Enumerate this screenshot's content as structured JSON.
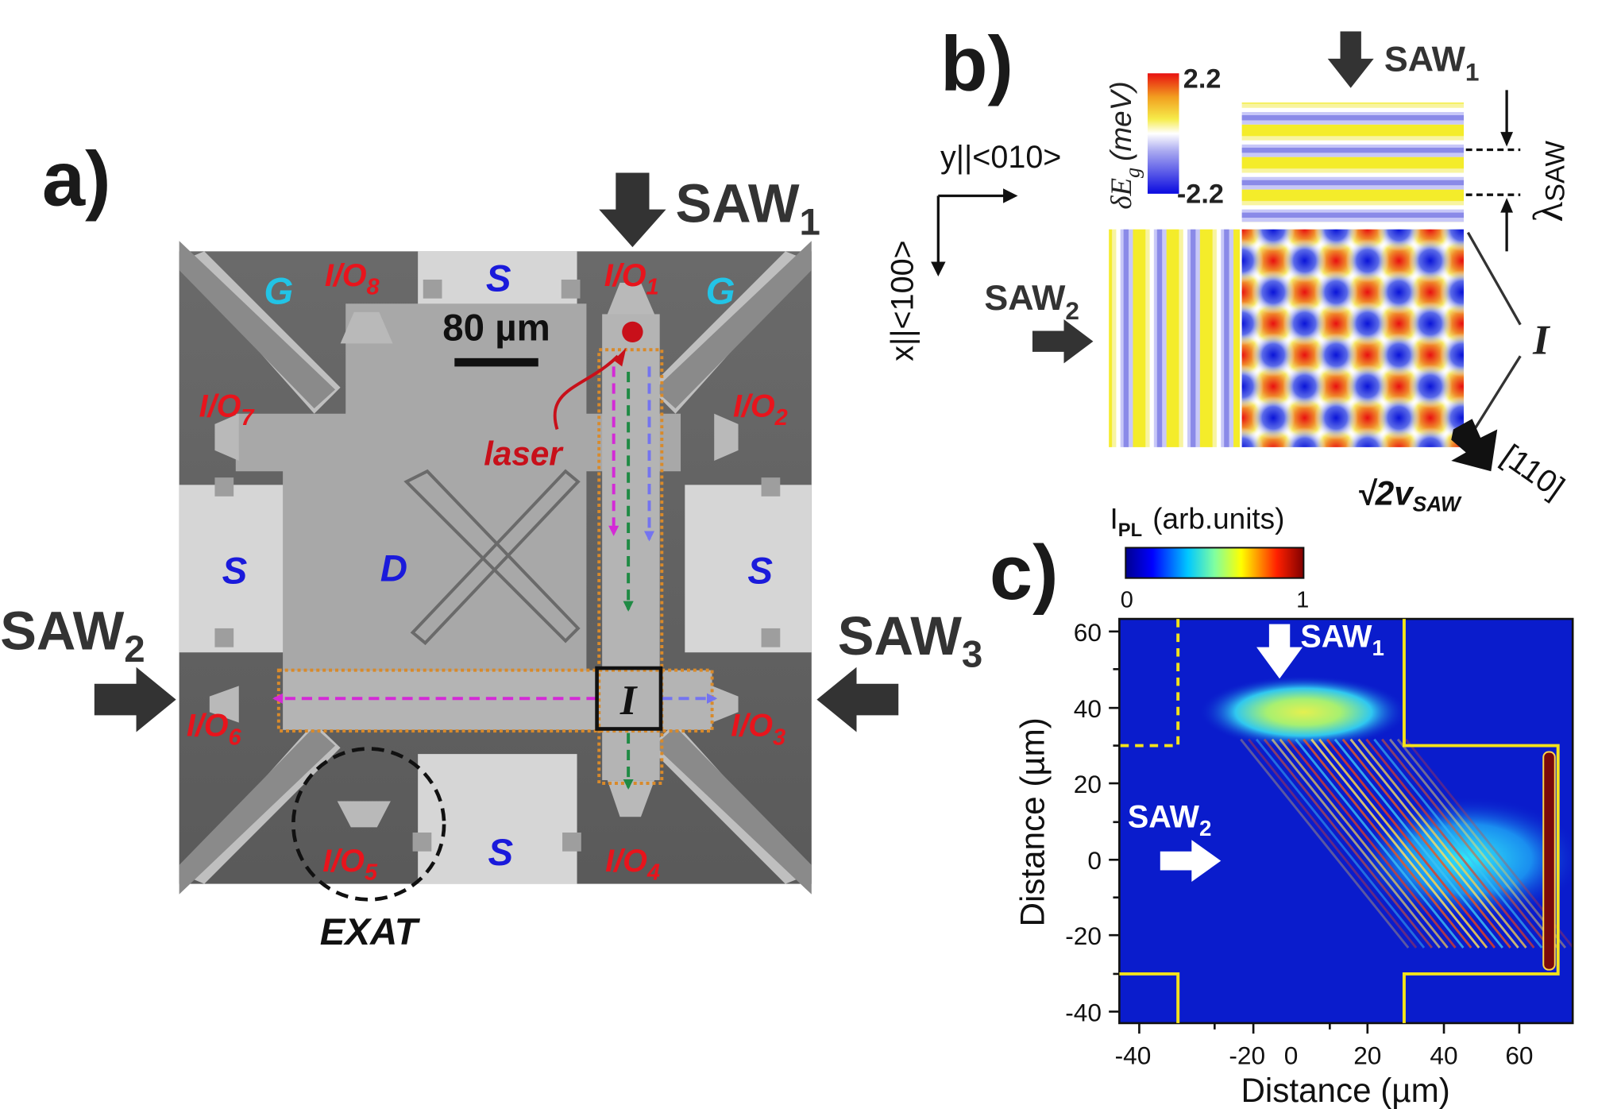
{
  "panel_a": {
    "panel_label": "a)",
    "scale_bar": "80 µm",
    "saw1": "SAW",
    "saw1_sub": "1",
    "saw2": "SAW",
    "saw2_sub": "2",
    "saw3": "SAW",
    "saw3_sub": "3",
    "ports": [
      {
        "base": "I/O",
        "sub": "1"
      },
      {
        "base": "I/O",
        "sub": "2"
      },
      {
        "base": "I/O",
        "sub": "3"
      },
      {
        "base": "I/O",
        "sub": "4"
      },
      {
        "base": "I/O",
        "sub": "5"
      },
      {
        "base": "I/O",
        "sub": "6"
      },
      {
        "base": "I/O",
        "sub": "7"
      },
      {
        "base": "I/O",
        "sub": "8"
      }
    ],
    "gate_label": "G",
    "source_label": "S",
    "drain_label": "D",
    "intersection_label": "I",
    "laser_label": "laser",
    "exat_label": "EXAT",
    "colors": {
      "port": "#e8141c",
      "gate": "#22c4e6",
      "sd": "#1a1adb",
      "magenta": "#d42ad6",
      "green": "#1f8a44",
      "violet": "#7474f0",
      "orange": "#d98a2a",
      "laser": "#c8101a"
    }
  },
  "panel_b": {
    "panel_label": "b)",
    "saw1": "SAW",
    "saw1_sub": "1",
    "saw2": "SAW",
    "saw2_sub": "2",
    "colorbar_label": "δE",
    "colorbar_label_sub": "g",
    "colorbar_unit": "(meV)",
    "colorbar_max": "2.2",
    "colorbar_min": "-2.2",
    "axis_y": "y||<010>",
    "axis_x": "x||<100>",
    "lambda_label": "λ",
    "lambda_sub": "SAW",
    "intersection_label": "I",
    "velocity_label": "√2v",
    "velocity_sub": "SAW",
    "direction_label": "[110]"
  },
  "panel_c": {
    "panel_label": "c)",
    "colorbar_title": "I",
    "colorbar_title_sub": "PL",
    "colorbar_title_rest": "(arb.units)",
    "colorbar_min": "0",
    "colorbar_max": "1",
    "saw1": "SAW",
    "saw1_sub": "1",
    "saw2": "SAW",
    "saw2_sub": "2",
    "xlabel": "Distance (µm)",
    "ylabel": "Distance (µm)",
    "xticks": [
      "-40",
      "-20",
      "0",
      "20",
      "40",
      "60"
    ],
    "yticks": [
      "60",
      "40",
      "20",
      "0",
      "-20",
      "-40"
    ]
  }
}
